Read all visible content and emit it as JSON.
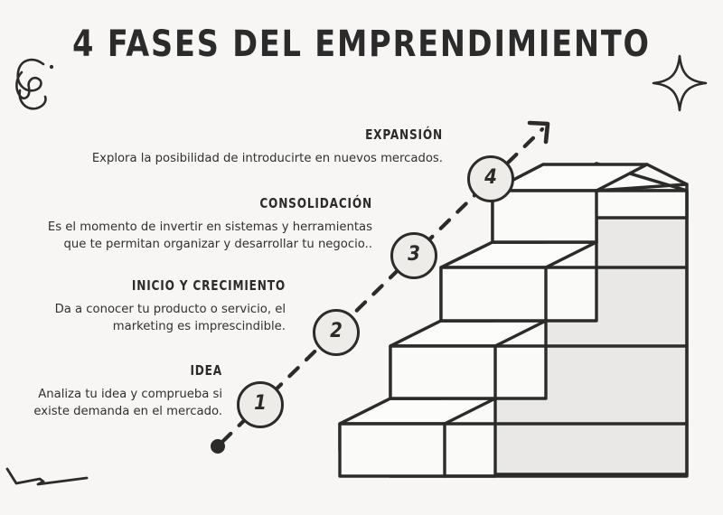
{
  "page": {
    "title": "4 FASES DEL EMPRENDIMIENTO",
    "background_color": "#F7F6F4",
    "ink_color": "#2B2B2B"
  },
  "phases": [
    {
      "number": "1",
      "heading": "IDEA",
      "body": "Analiza tu idea y comprueba si existe demanda en el mercado."
    },
    {
      "number": "2",
      "heading": "INICIO Y CRECIMIENTO",
      "body": "Da a conocer tu producto o servicio, el marketing es imprescindible."
    },
    {
      "number": "3",
      "heading": "CONSOLIDACIÓN",
      "body": "Es el momento de invertir en sistemas y herramientas que te permitan organizar y desarrollar tu negocio.."
    },
    {
      "number": "4",
      "heading": "EXPANSIÓN",
      "body": "Explora la posibilidad de introducirte en nuevos mercados."
    }
  ],
  "decorations": {
    "top_left": "spiral-flourish-doodle",
    "top_right": "four-point-star-sparkle",
    "bottom_left": "zigzag-squiggle-doodle"
  },
  "diagram": {
    "staircase": {
      "steps": 4,
      "front_face_color": "#FAFAF9",
      "top_face_color": "#FCFCFB",
      "side_panel_color": "#E9E8E6",
      "outline_color": "#2B2B2B"
    },
    "progress_arrow": {
      "style": "dashed-diagonal-upward",
      "start_marker": "filled-dot",
      "end_marker": "arrowhead",
      "color": "#2B2B2B"
    },
    "node_fill_color": "#EDECE8"
  }
}
